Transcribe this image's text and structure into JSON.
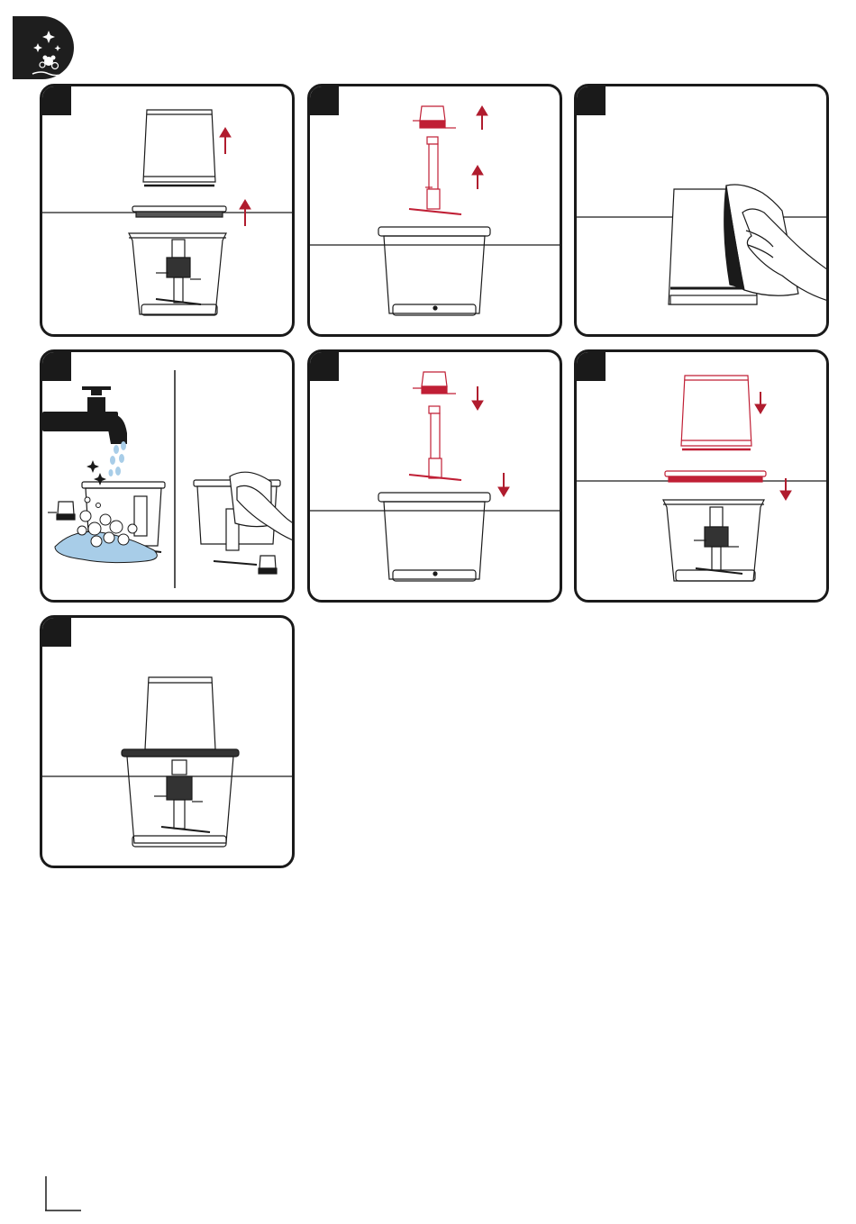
{
  "page": {
    "section_icon": "cleaning-sparkle-icon",
    "colors": {
      "outline": "#1a1a1a",
      "arrow": "#b01c2e",
      "highlight": "#c01f35",
      "water": "#a8cde8",
      "badge": "#1e1e1e"
    }
  },
  "steps": [
    {
      "id": "step-1",
      "action": "remove-lid-and-motor-unit",
      "icons": [
        "motor-unit-icon",
        "lid-icon",
        "bowl-icon",
        "up-arrow-icon"
      ]
    },
    {
      "id": "step-2",
      "action": "remove-blade-assembly",
      "icons": [
        "coupling-icon",
        "blade-icon",
        "bowl-icon",
        "up-arrow-icon"
      ]
    },
    {
      "id": "step-3",
      "action": "wipe-motor-unit",
      "icons": [
        "motor-unit-icon",
        "cloth-icon",
        "hand-icon"
      ]
    },
    {
      "id": "step-4",
      "action": "wash-bowl-and-blades",
      "icons": [
        "faucet-icon",
        "water-icon",
        "bubbles-icon",
        "cloth-icon",
        "hand-icon"
      ]
    },
    {
      "id": "step-5",
      "action": "refit-blade-assembly",
      "icons": [
        "coupling-icon",
        "blade-icon",
        "bowl-icon",
        "down-arrow-icon"
      ]
    },
    {
      "id": "step-6",
      "action": "refit-lid-and-motor-unit",
      "icons": [
        "motor-unit-icon",
        "lid-icon",
        "bowl-icon",
        "down-arrow-icon"
      ]
    },
    {
      "id": "step-7",
      "action": "assembled-appliance",
      "icons": [
        "chopper-icon"
      ]
    }
  ]
}
